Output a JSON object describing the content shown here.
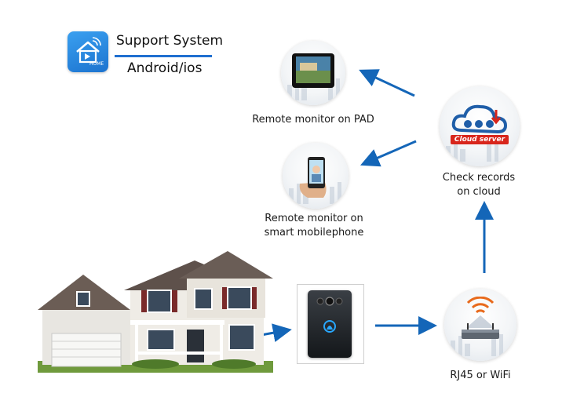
{
  "header": {
    "title": "Support System",
    "platforms": "Android/ios",
    "app_icon_text": "HOME"
  },
  "nodes": {
    "pad": {
      "label": "Remote monitor on PAD",
      "icon": "tablet-icon"
    },
    "phone": {
      "label_line1": "Remote monitor on",
      "label_line2": "smart mobilephone",
      "icon": "smartphone-icon"
    },
    "cloud": {
      "label_line1": "Check records",
      "label_line2": "on cloud",
      "badge": "Cloud server",
      "icon": "cloud-server-icon"
    },
    "router": {
      "label": "RJ45 or WiFi",
      "icon": "wifi-router-icon"
    },
    "doorbell": {
      "icon": "video-doorbell-icon"
    },
    "house": {
      "icon": "house-icon"
    }
  },
  "colors": {
    "arrow": "#1466b8",
    "accent": "#1f6fd0",
    "cloud_badge": "#d8261c"
  }
}
